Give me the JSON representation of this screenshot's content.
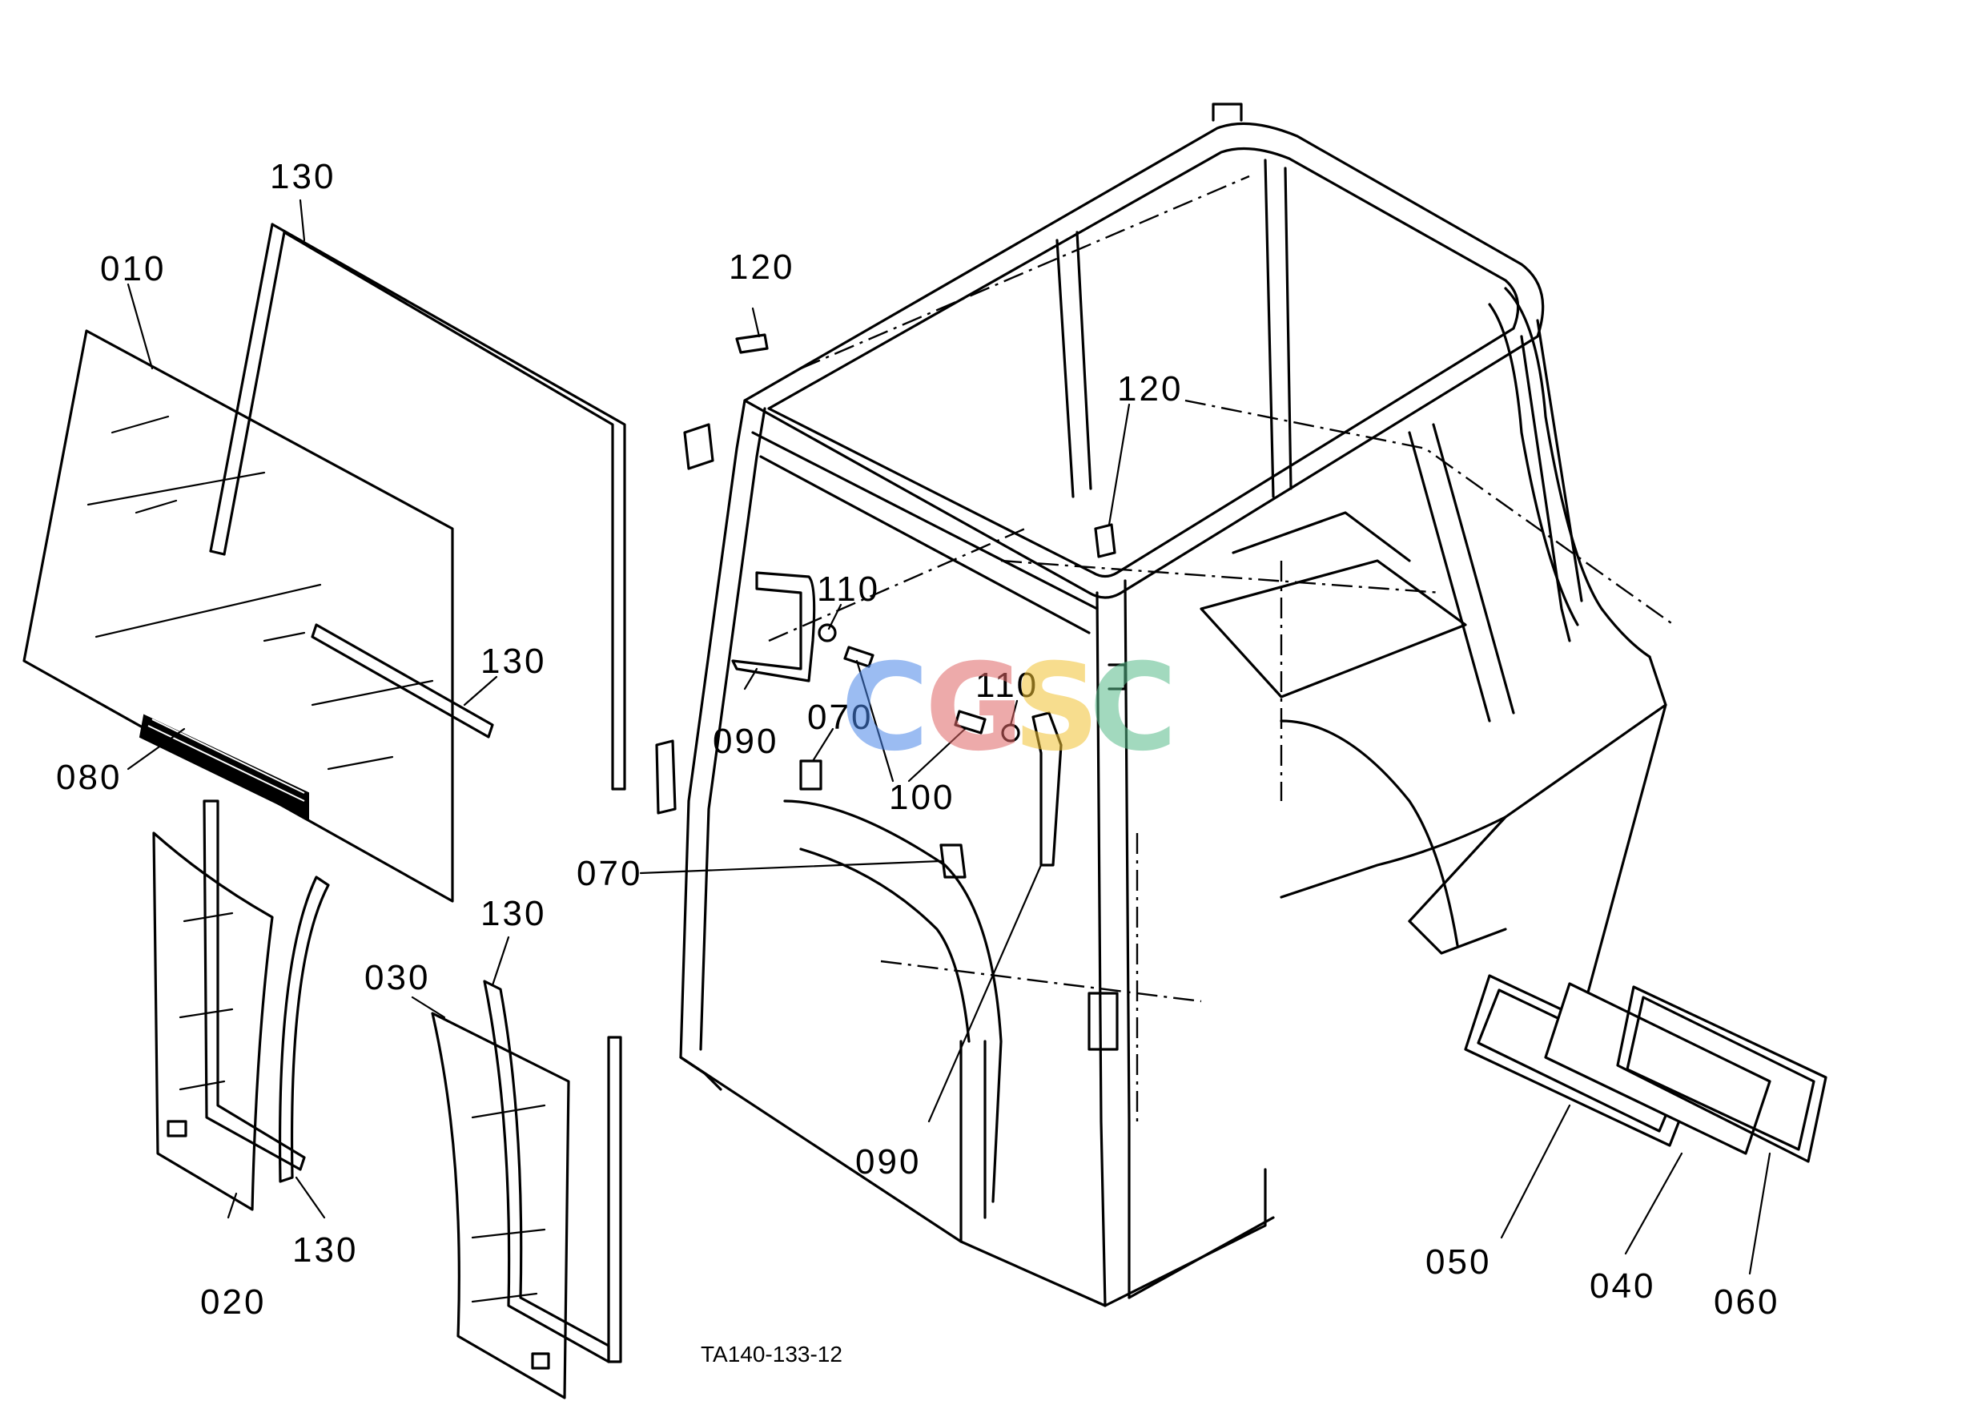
{
  "diagram": {
    "code": "TA140-133-12",
    "watermark": {
      "letters": [
        "C",
        "G",
        "S",
        "C"
      ],
      "colors": [
        "#4a86e8",
        "#e06666",
        "#f1c232",
        "#57bb8a"
      ]
    },
    "callouts": {
      "c010": "010",
      "c020": "020",
      "c030": "030",
      "c040": "040",
      "c050": "050",
      "c060": "060",
      "c070a": "070",
      "c070b": "070",
      "c080": "080",
      "c090a": "090",
      "c090b": "090",
      "c100": "100",
      "c110a": "110",
      "c110b": "110",
      "c120a": "120",
      "c120b": "120",
      "c130a": "130",
      "c130b": "130",
      "c130c": "130",
      "c130d": "130"
    }
  }
}
